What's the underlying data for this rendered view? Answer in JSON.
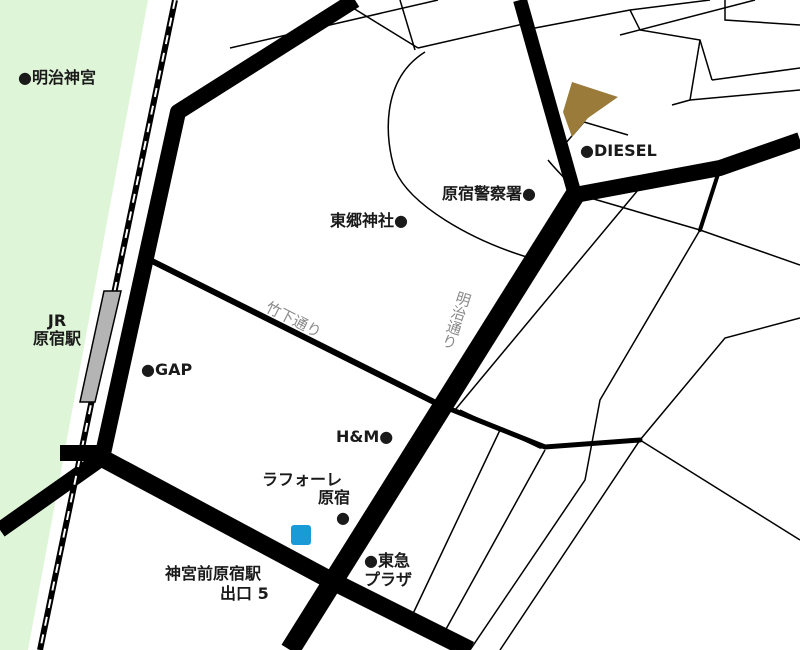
{
  "colors": {
    "park": "#dff5d8",
    "road_major": "#000000",
    "road_minor": "#000000",
    "platform": "#b4b4b4",
    "building_diesel": "#9a7b3a",
    "exit_marker": "#1a9ad6",
    "road_label": "#8a8a8a"
  },
  "labels": {
    "meiji_jingu": "●明治神宮",
    "diesel": "●DIESEL",
    "harajuku_police": "原宿警察署●",
    "togo_shrine": "東郷神社●",
    "gap": "●GAP",
    "hm": "H&M●",
    "laforet_line1": "ラフォーレ",
    "laforet_line2": "原宿",
    "laforet_dot": "●",
    "tokyu_line1": "●東急",
    "tokyu_line2": "プラザ",
    "exit_line1": "神宮前原宿駅",
    "exit_line2": "出口 5"
  },
  "station": {
    "line1": "JR",
    "line2": "原宿駅"
  },
  "roads": {
    "takeshita": "竹下通り",
    "meiji": "明治通り"
  },
  "icons": {
    "exit_marker": "exit-marker-icon",
    "landmark_dot": "landmark-dot-icon"
  }
}
